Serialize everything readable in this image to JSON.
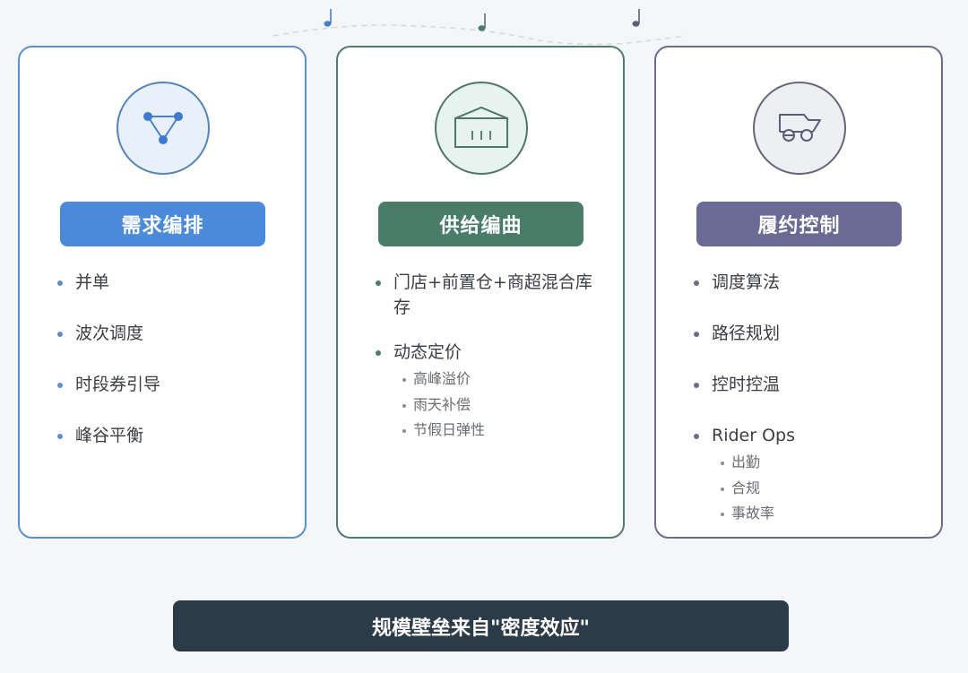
{
  "colors": {
    "background": "#f4f6fa",
    "blue": "#4a8ad8",
    "green": "#4a7d69",
    "purple": "#6b6a94",
    "footer": "#2d3a48"
  },
  "decorations": {
    "notes": [
      "music-note-blue",
      "music-note-green",
      "music-note-purple"
    ]
  },
  "cards": [
    {
      "icon": "network-triangle-icon",
      "title": "需求编排",
      "items": [
        {
          "label": "并单",
          "sub": []
        },
        {
          "label": "波次调度",
          "sub": []
        },
        {
          "label": "时段券引导",
          "sub": []
        },
        {
          "label": "峰谷平衡",
          "sub": []
        }
      ]
    },
    {
      "icon": "warehouse-icon",
      "title": "供给编曲",
      "items": [
        {
          "label": "门店+前置仓+商超混合库存",
          "sub": []
        },
        {
          "label": "动态定价",
          "sub": [
            "高峰溢价",
            "雨天补偿",
            "节假日弹性"
          ]
        }
      ]
    },
    {
      "icon": "truck-icon",
      "title": "履约控制",
      "items": [
        {
          "label": "调度算法",
          "sub": []
        },
        {
          "label": "路径规划",
          "sub": []
        },
        {
          "label": "控时控温",
          "sub": []
        },
        {
          "label": "Rider Ops",
          "sub": [
            "出勤",
            "合规",
            "事故率"
          ]
        }
      ]
    }
  ],
  "footer": {
    "text": "规模壁垒来自\"密度效应\""
  }
}
